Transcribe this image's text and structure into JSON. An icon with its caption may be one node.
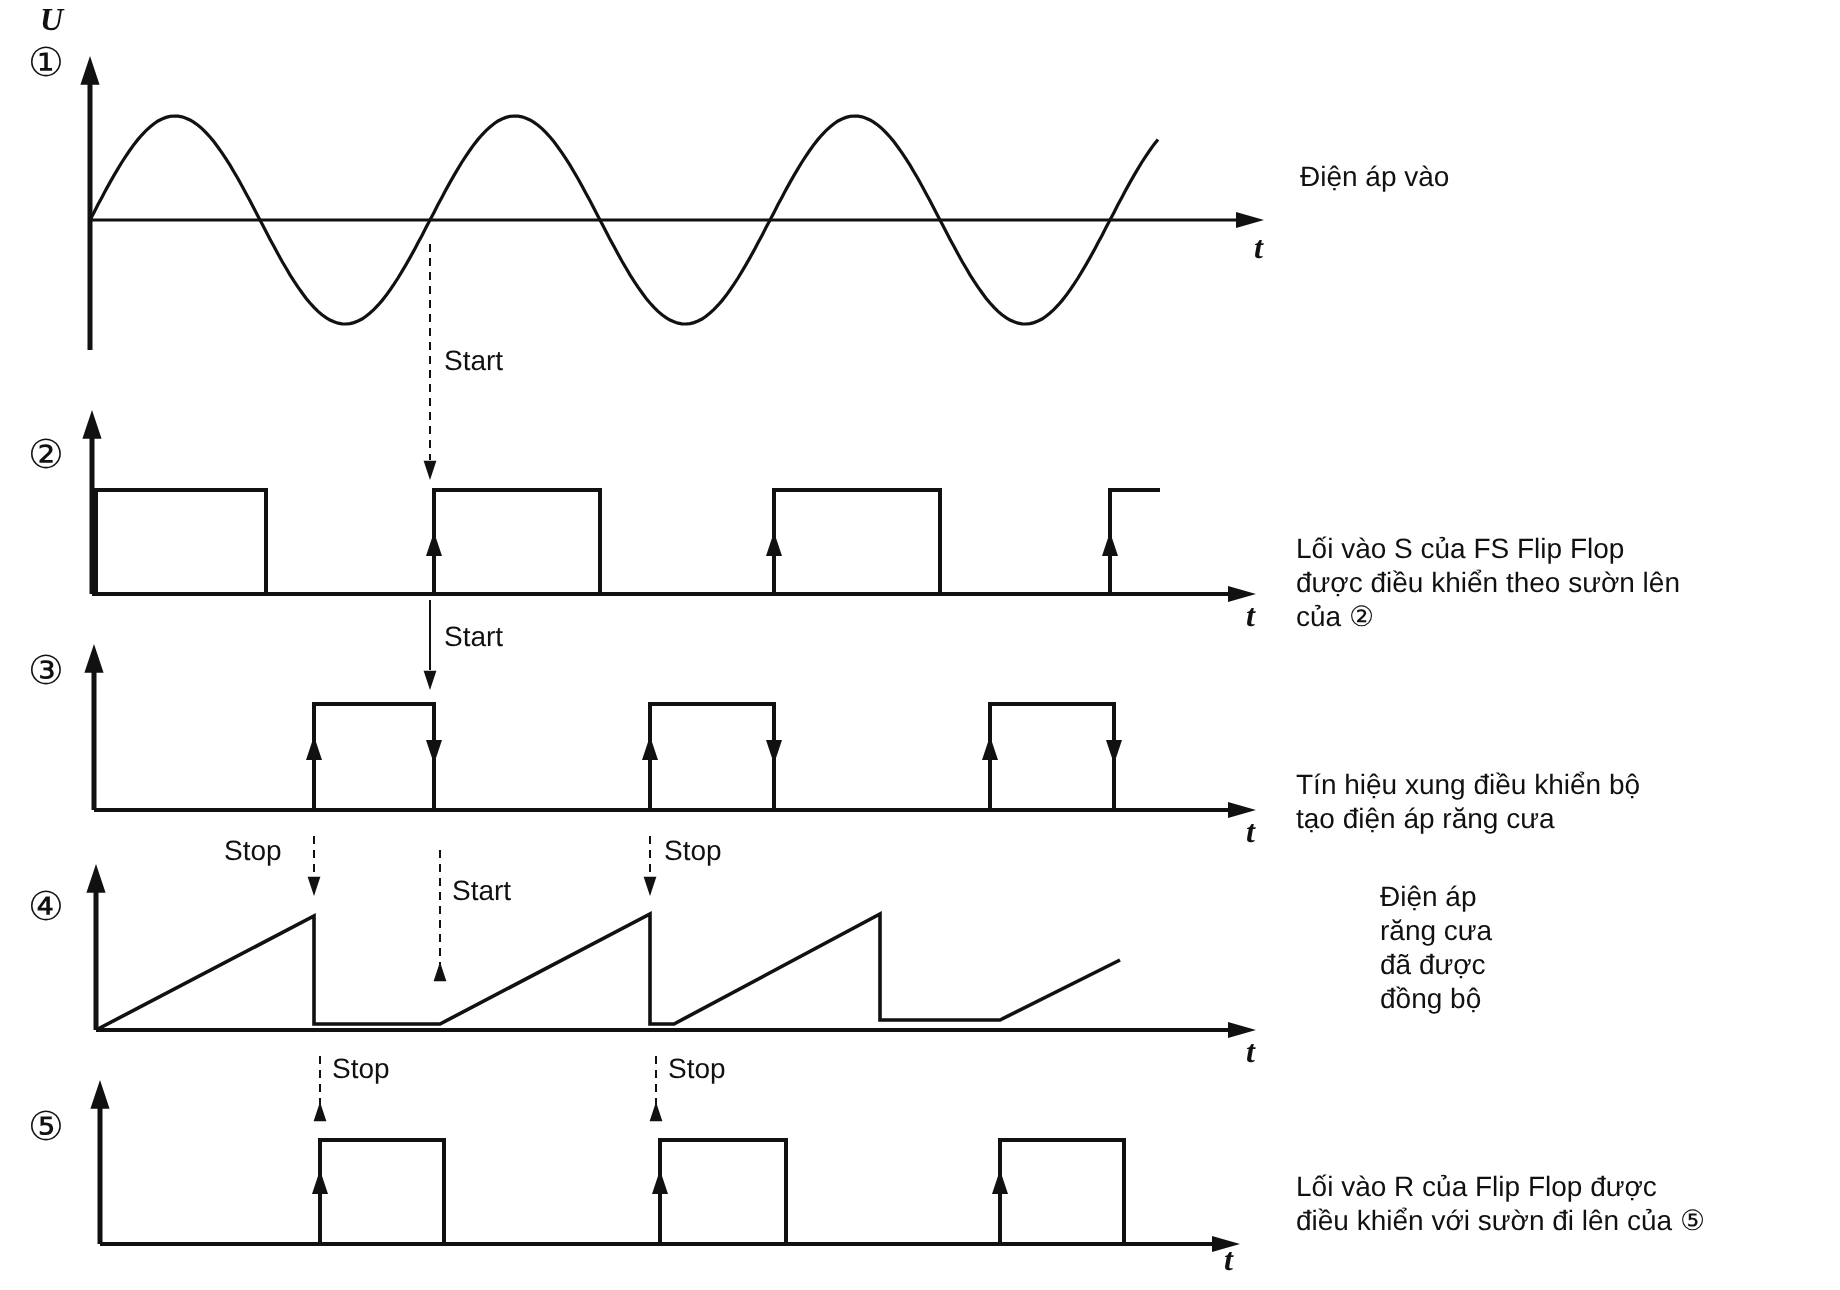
{
  "diagram": {
    "labels": [
      "U",
      "①",
      "Điện áp vào",
      "t",
      "Start",
      "②",
      "Lối vào S của FS Flip Flop được điều khiển theo sườn lên của ②",
      "t",
      "Start",
      "③",
      "Tín hiệu xung điều khiển bộ tạo điện áp răng cưa",
      "t",
      "Stop",
      "Start",
      "Stop",
      "④",
      "Điện áp răng cưa đã được đồng bộ",
      "t",
      "Stop",
      "Stop",
      "⑤",
      "Lối vào R của Flip Flop được điều khiển với sườn đi lên của ⑤",
      "t"
    ]
  }
}
